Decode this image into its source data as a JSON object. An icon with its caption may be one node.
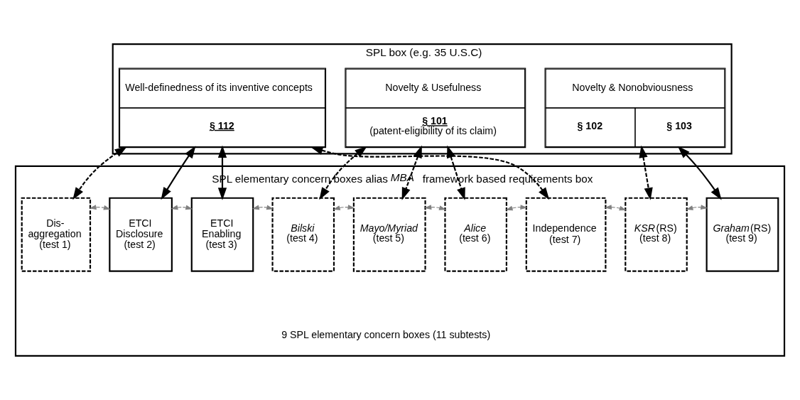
{
  "diagram": {
    "nodes": [
      {
        "text": [
          "SPL box (e.g. 35 U.S.C)"
        ]
      },
      {
        "text": [
          "Well-definedness of its inventive concepts",
          "§ 112"
        ],
        "in": 0
      },
      {
        "text": [
          "Novelty & Usefulness",
          "§ 101",
          "(patent-eligibility of its claim)"
        ],
        "in": 0
      },
      {
        "text": [
          "Novelty & Nonobviousness",
          "§ 102",
          "§ 103"
        ],
        "in": 0
      },
      {
        "text": [
          "SPL elementary concern boxes alias *MBA* framework based requirements box",
          "9 SPL elementary concern boxes (11 subtests)"
        ]
      },
      {
        "text": [
          "Dis-aggregation (test 1)"
        ],
        "in": 4
      },
      {
        "text": [
          "ETCI Disclosure (test 2)"
        ],
        "in": 4
      },
      {
        "text": [
          "ETCI Enabling (test 3)"
        ],
        "in": 4
      },
      {
        "text": [
          "*Bilski* (test 4)"
        ],
        "in": 4
      },
      {
        "text": [
          "*Mayo/Myriad* (test 5)"
        ],
        "in": 4
      },
      {
        "text": [
          "*Alice* (test 6)"
        ],
        "in": 4
      },
      {
        "text": [
          "Independence (test 7)"
        ],
        "in": 4
      },
      {
        "text": [
          "*KSR*(RS) (test 8)"
        ],
        "in": 4
      },
      {
        "text": [
          "*Graham*(RS) (test 9)"
        ],
        "in": 4
      }
    ],
    "edges": [
      {
        "from": 1,
        "to": 5,
        "arrow": "both",
        "style": "dashed"
      },
      {
        "from": 1,
        "to": 6,
        "arrow": "both"
      },
      {
        "from": 1,
        "to": 7,
        "arrow": "both"
      },
      {
        "from": 1,
        "to": 11,
        "arrow": "both",
        "style": "dashed"
      },
      {
        "from": 2,
        "to": 8,
        "arrow": "both",
        "style": "dashed"
      },
      {
        "from": 2,
        "to": 9,
        "arrow": "both",
        "style": "dashed"
      },
      {
        "from": 2,
        "to": 10,
        "arrow": "both",
        "style": "dashed"
      },
      {
        "from": 3,
        "to": 12,
        "arrow": "both",
        "style": "dashed"
      },
      {
        "from": 3,
        "to": 13,
        "arrow": "both"
      },
      {
        "from": 5,
        "to": 6,
        "arrow": "both",
        "style": "dashed",
        "color": "#808080"
      },
      {
        "from": 6,
        "to": 7,
        "arrow": "both",
        "style": "dashed",
        "color": "#808080"
      },
      {
        "from": 7,
        "to": 8,
        "arrow": "both",
        "style": "dashed",
        "color": "#808080"
      },
      {
        "from": 8,
        "to": 9,
        "arrow": "both",
        "style": "dashed",
        "color": "#808080"
      },
      {
        "from": 9,
        "to": 10,
        "arrow": "both",
        "style": "dashed",
        "color": "#808080"
      },
      {
        "from": 10,
        "to": 11,
        "arrow": "both",
        "style": "dashed",
        "color": "#808080"
      },
      {
        "from": 11,
        "to": 12,
        "arrow": "both",
        "style": "dashed",
        "color": "#808080"
      },
      {
        "from": 12,
        "to": 13,
        "arrow": "both",
        "style": "dashed",
        "color": "#808080"
      }
    ]
  }
}
